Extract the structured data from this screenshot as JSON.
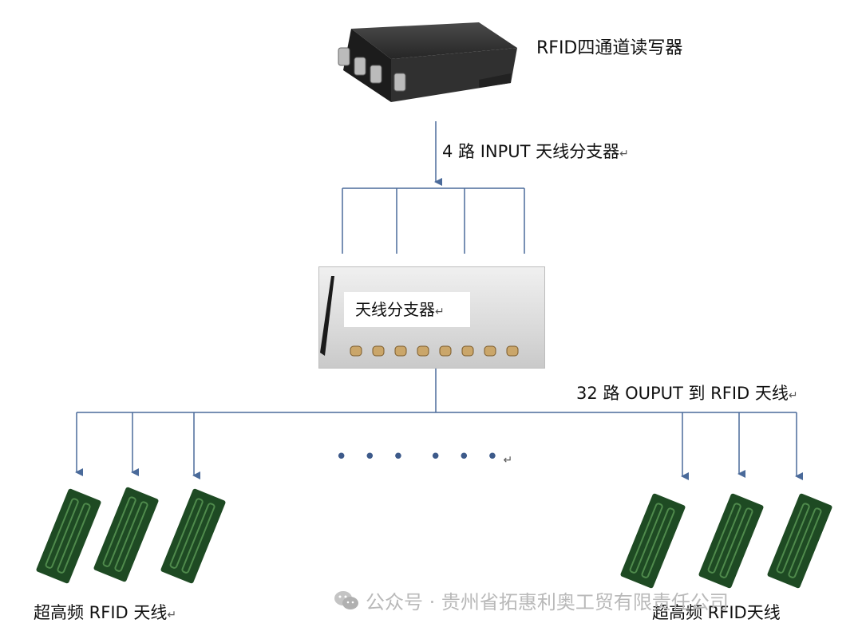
{
  "reader": {
    "label": "RFID四通道读写器",
    "icon": "rfid-reader-device"
  },
  "input_connection": {
    "label": "4 路 INPUT 天线分支器",
    "return_mark": "↵",
    "branches": 4
  },
  "splitter": {
    "label": "天线分支器",
    "return_mark": "↵",
    "ports_visible": 8
  },
  "output_connection": {
    "label": "32 路 OUPUT 到 RFID 天线",
    "return_mark": "↵",
    "continuation_left": "• • •",
    "continuation_right": "• • •",
    "continuation_return_mark": "↵"
  },
  "antennas": {
    "left_group_count": 3,
    "right_group_count": 3,
    "left_label": "超高频 RFID 天线",
    "left_return_mark": "↵",
    "right_label": "超高频 RFID天线",
    "color": "#1e4a23"
  },
  "watermark": {
    "text": "公众号 · 贵州省拓惠利奥工贸有限责任公司",
    "icon": "wechat-icon"
  },
  "colors": {
    "connector_line": "#4a6a9a",
    "antenna_green": "#1e4a23",
    "antenna_trace": "#4f8a4c",
    "reader_body": "#2a2a2a"
  }
}
